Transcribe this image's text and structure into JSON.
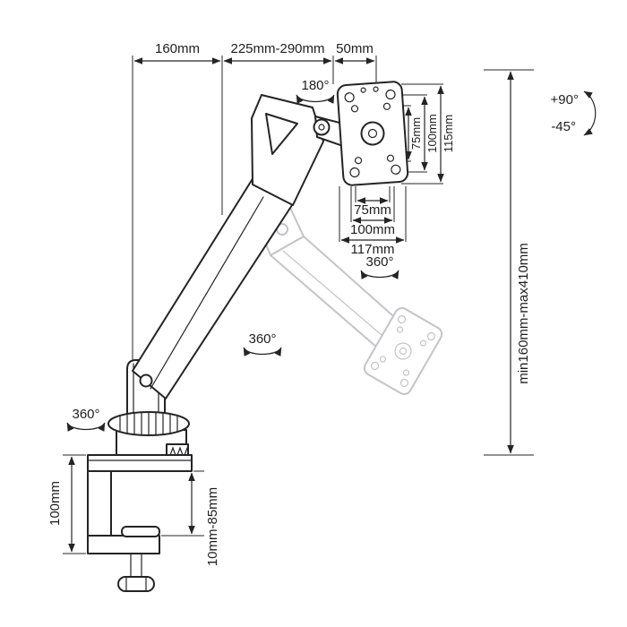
{
  "colors": {
    "line": "#242427",
    "ghost": "#c3c4c7",
    "background": "#ffffff"
  },
  "labels": {
    "top_dim_1": "160mm",
    "top_dim_2": "225mm-290mm",
    "top_dim_3": "50mm",
    "head_rotation": "180°",
    "vesa_vertical_inner": "75mm",
    "vesa_vertical_outer": "100mm",
    "vesa_vertical_plate": "115mm",
    "vesa_horizontal_inner": "75mm",
    "vesa_horizontal_outer": "100mm",
    "vesa_horizontal_plate": "117mm",
    "vesa_rotation": "360°",
    "arm_rotation": "360°",
    "base_rotation": "360°",
    "tilt_up": "+90°",
    "tilt_down": "-45°",
    "height_range": "min160mm-max410mm",
    "clamp_height": "100mm",
    "desk_thickness": "10mm-85mm"
  }
}
